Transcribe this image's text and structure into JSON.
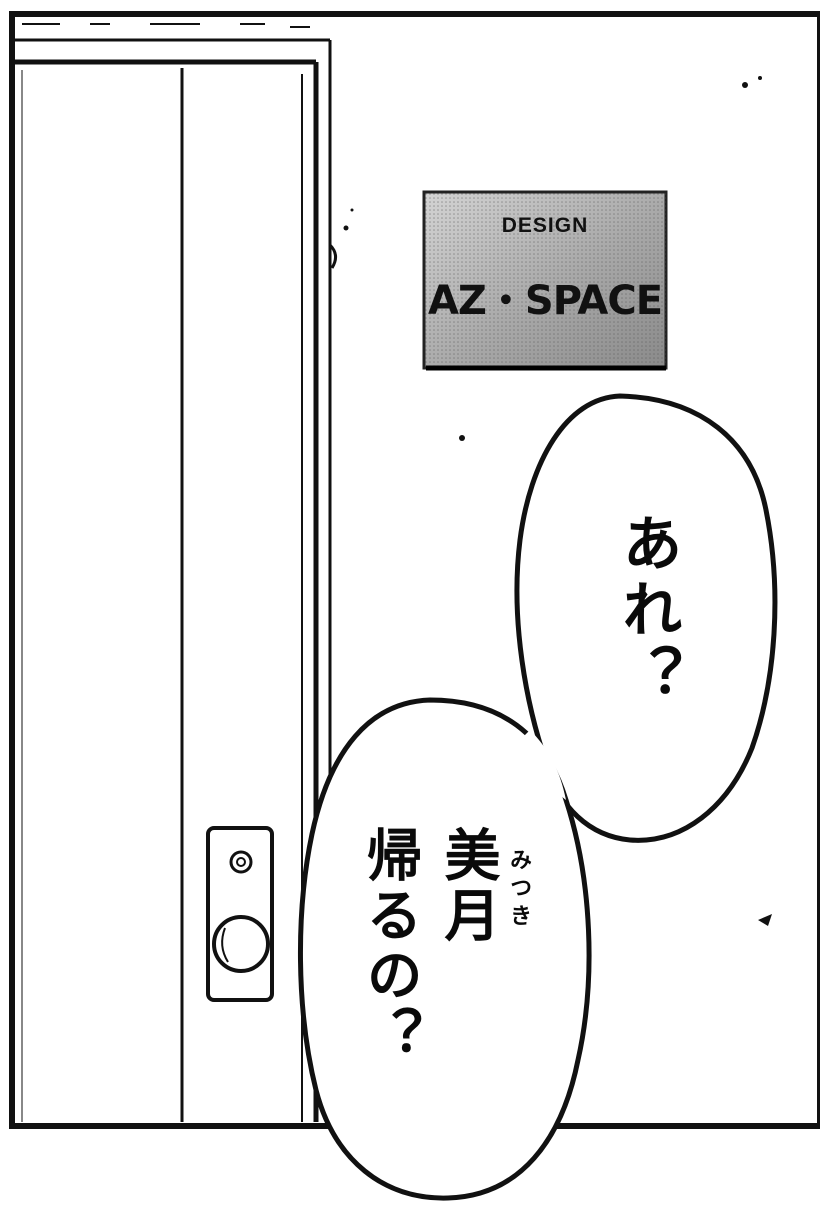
{
  "sign": {
    "line1": "DESIGN",
    "line2": "AZ・SPACE"
  },
  "bubble1": {
    "text": "あれ？"
  },
  "bubble2": {
    "col1": "美月",
    "ruby": "みつき",
    "col2": "帰るの？"
  },
  "colors": {
    "ink": "#111111",
    "paper": "#ffffff",
    "sign_gray": "#a9a9a9"
  }
}
